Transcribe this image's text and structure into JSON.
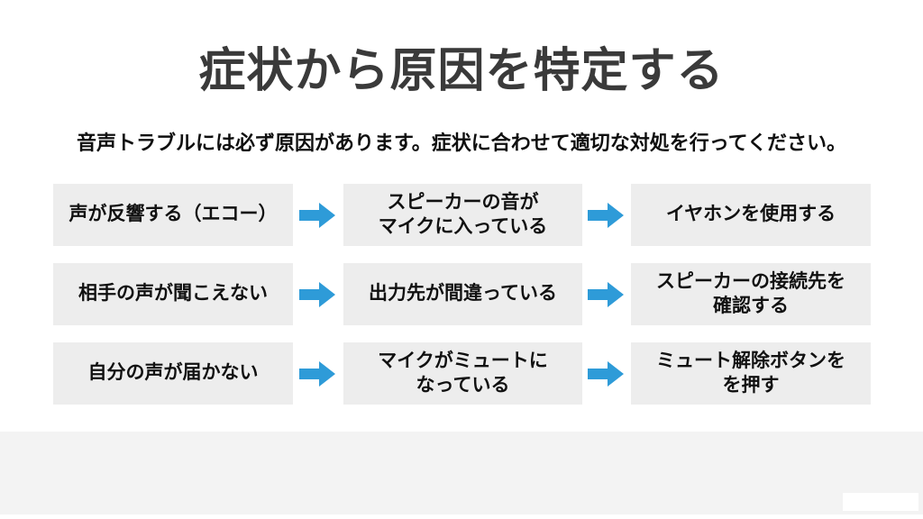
{
  "slide": {
    "title": "症状から原因を特定する",
    "subtitle": "音声トラブルには必ず原因があります。症状に合わせて適切な対処を行ってください。"
  },
  "colors": {
    "arrow_blue": "#2E9BD8",
    "box_gray": "#EDEDED",
    "title_gray": "#3A3A3A",
    "text_black": "#111111",
    "footer_gray": "#F3F3F3"
  },
  "flow_rows": [
    {
      "symptom": "声が反響する（エコー）",
      "cause": "スピーカーの音が\nマイクに入っている",
      "remedy": "イヤホンを使用する"
    },
    {
      "symptom": "相手の声が聞こえない",
      "cause": "出力先が間違っている",
      "remedy": "スピーカーの接続先を\n確認する"
    },
    {
      "symptom": "自分の声が届かない",
      "cause": "マイクがミュートに\nなっている",
      "remedy": "ミュート解除ボタンを\nを押す"
    }
  ]
}
